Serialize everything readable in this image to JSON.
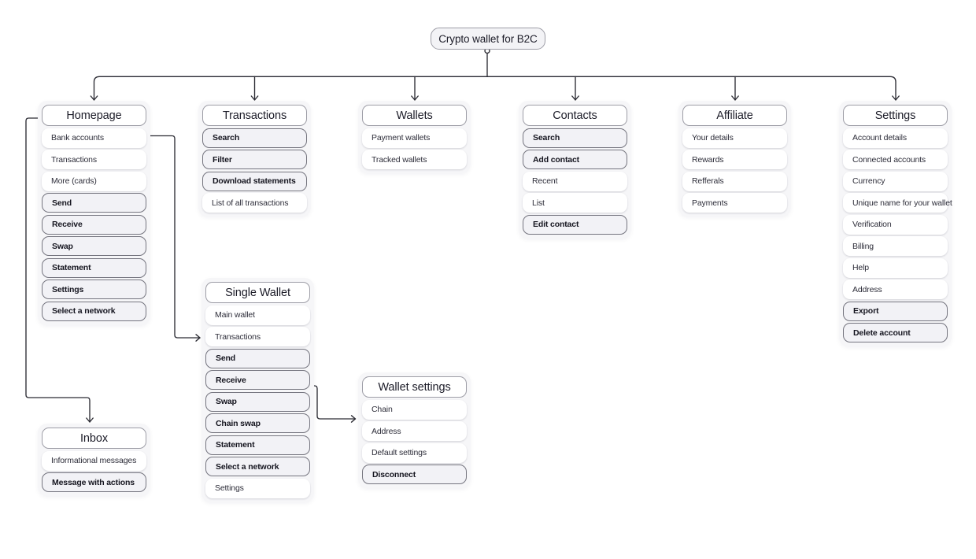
{
  "root": {
    "label": "Crypto wallet for B2C"
  },
  "colors": {
    "line": "#2b2b33",
    "node_border_strong": "#75757f",
    "node_border_soft": "#9d9da6",
    "action_bg": "#f2f2f6",
    "column_bg": "#f6f6f8",
    "text": "#1c1c28"
  },
  "groups": {
    "homepage": {
      "title": "Homepage",
      "items": [
        {
          "label": "Bank accounts",
          "kind": "page"
        },
        {
          "label": "Transactions",
          "kind": "page"
        },
        {
          "label": "More (cards)",
          "kind": "page"
        },
        {
          "label": "Send",
          "kind": "action"
        },
        {
          "label": "Receive",
          "kind": "action"
        },
        {
          "label": "Swap",
          "kind": "action"
        },
        {
          "label": "Statement",
          "kind": "action"
        },
        {
          "label": "Settings",
          "kind": "action"
        },
        {
          "label": "Select a network",
          "kind": "action"
        }
      ]
    },
    "transactions": {
      "title": "Transactions",
      "items": [
        {
          "label": "Search",
          "kind": "action"
        },
        {
          "label": "Filter",
          "kind": "action"
        },
        {
          "label": "Download statements",
          "kind": "action"
        },
        {
          "label": "List of all transactions",
          "kind": "page"
        }
      ]
    },
    "wallets": {
      "title": "Wallets",
      "items": [
        {
          "label": "Payment wallets",
          "kind": "page"
        },
        {
          "label": "Tracked wallets",
          "kind": "page"
        }
      ]
    },
    "contacts": {
      "title": "Contacts",
      "items": [
        {
          "label": "Search",
          "kind": "action"
        },
        {
          "label": "Add contact",
          "kind": "action"
        },
        {
          "label": "Recent",
          "kind": "page"
        },
        {
          "label": "List",
          "kind": "page"
        },
        {
          "label": "Edit contact",
          "kind": "action"
        }
      ]
    },
    "affiliate": {
      "title": "Affiliate",
      "items": [
        {
          "label": "Your details",
          "kind": "page"
        },
        {
          "label": "Rewards",
          "kind": "page"
        },
        {
          "label": "Refferals",
          "kind": "page"
        },
        {
          "label": "Payments",
          "kind": "page"
        }
      ]
    },
    "settings": {
      "title": "Settings",
      "items": [
        {
          "label": "Account details",
          "kind": "page"
        },
        {
          "label": "Connected accounts",
          "kind": "page"
        },
        {
          "label": "Currency",
          "kind": "page"
        },
        {
          "label": "Unique name for your wallet",
          "kind": "page"
        },
        {
          "label": "Verification",
          "kind": "page"
        },
        {
          "label": "Billing",
          "kind": "page"
        },
        {
          "label": "Help",
          "kind": "page"
        },
        {
          "label": "Address",
          "kind": "page"
        },
        {
          "label": "Export",
          "kind": "action"
        },
        {
          "label": "Delete account",
          "kind": "action"
        }
      ]
    },
    "single_wallet": {
      "title": "Single Wallet",
      "items": [
        {
          "label": "Main wallet",
          "kind": "page"
        },
        {
          "label": "Transactions",
          "kind": "page"
        },
        {
          "label": "Send",
          "kind": "action"
        },
        {
          "label": "Receive",
          "kind": "action"
        },
        {
          "label": "Swap",
          "kind": "action"
        },
        {
          "label": "Chain swap",
          "kind": "action"
        },
        {
          "label": "Statement",
          "kind": "action"
        },
        {
          "label": "Select a network",
          "kind": "action"
        },
        {
          "label": "Settings",
          "kind": "page"
        }
      ]
    },
    "wallet_settings": {
      "title": "Wallet settings",
      "items": [
        {
          "label": "Chain",
          "kind": "page"
        },
        {
          "label": "Address",
          "kind": "page"
        },
        {
          "label": "Default settings",
          "kind": "page"
        },
        {
          "label": "Disconnect",
          "kind": "action"
        }
      ]
    },
    "inbox": {
      "title": "Inbox",
      "items": [
        {
          "label": "Informational messages",
          "kind": "page"
        },
        {
          "label": "Message with actions",
          "kind": "action"
        }
      ]
    }
  }
}
